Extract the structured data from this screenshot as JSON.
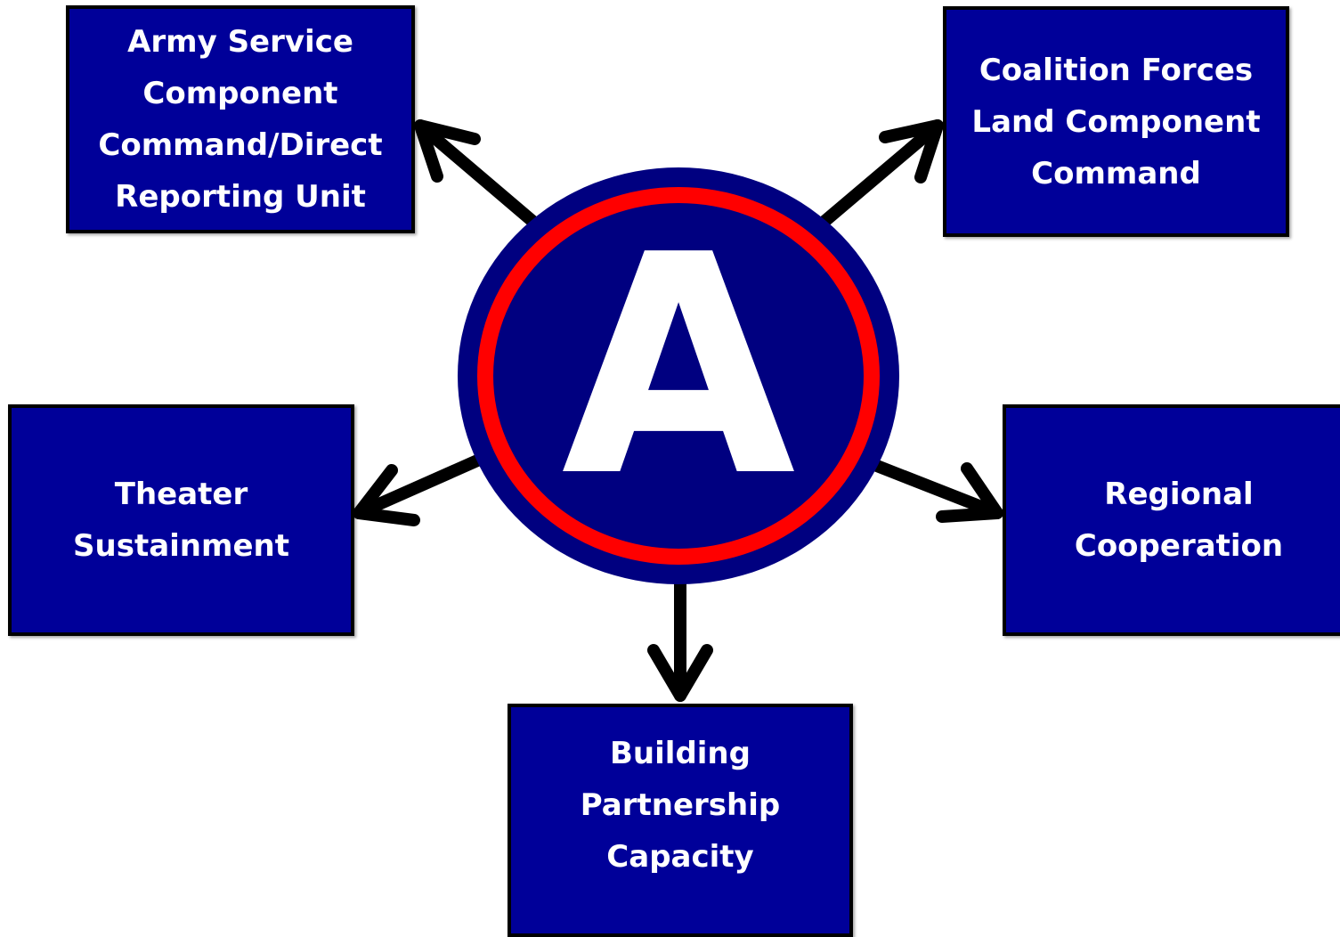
{
  "colors": {
    "box_fill": "#000099",
    "box_border": "#000000",
    "text": "#ffffff",
    "emblem_outer": "#000080",
    "emblem_ring": "#ff0000",
    "emblem_letter": "#ffffff",
    "arrow": "#000000"
  },
  "emblem": {
    "letter": "A"
  },
  "boxes": {
    "asc_dru": "Army Service\nComponent\nCommand/Direct\nReporting Unit",
    "cflcc": "Coalition Forces\nLand Component\nCommand",
    "theater_sustainment": "Theater\nSustainment",
    "regional_cooperation": "Regional\nCooperation",
    "building_partnership": "Building\nPartnership\nCapacity"
  }
}
